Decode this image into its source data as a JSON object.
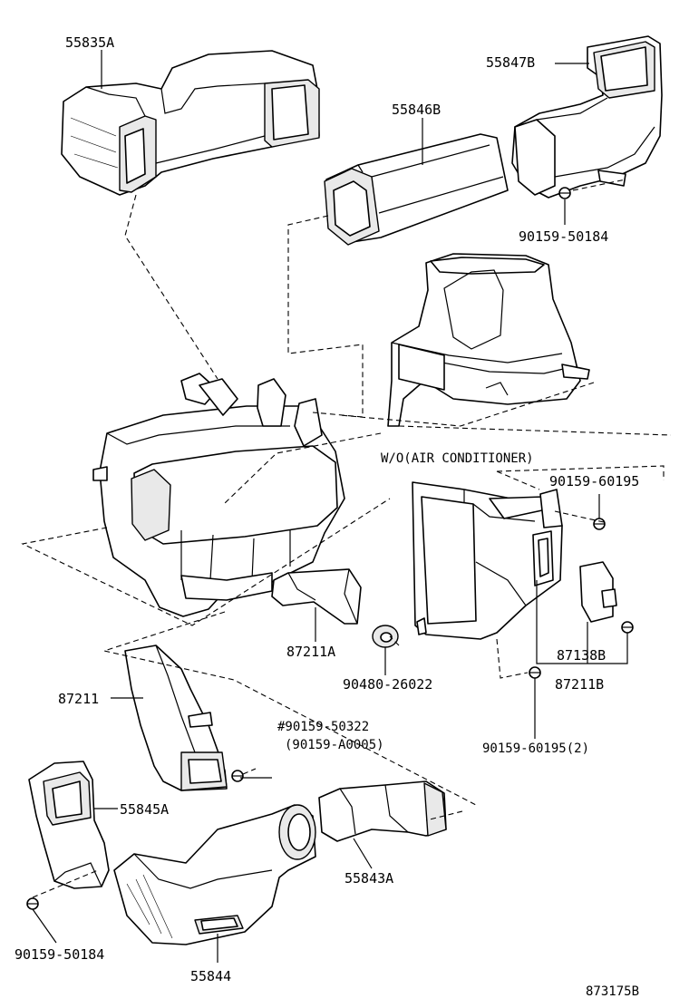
{
  "labels": {
    "p55835a": "55835A",
    "p55847b": "55847B",
    "p55846b": "55846B",
    "p90159_50184_top": "90159-50184",
    "wo_ac": "W/O(AIR CONDITIONER)",
    "p90159_60195": "90159-60195",
    "p87211a": "87211A",
    "p87138b": "87138B",
    "p90480_26022": "90480-26022",
    "p87211b": "87211B",
    "p87211": "87211",
    "p90159_50322": "#90159-50322",
    "p90159_a0005": "(90159-A0005)",
    "p90159_60195_2": "90159-60195(2)",
    "p55845a": "55845A",
    "p55843a": "55843A",
    "p90159_50184_bottom": "90159-50184",
    "p55844": "55844",
    "diagram_code": "873175B"
  }
}
